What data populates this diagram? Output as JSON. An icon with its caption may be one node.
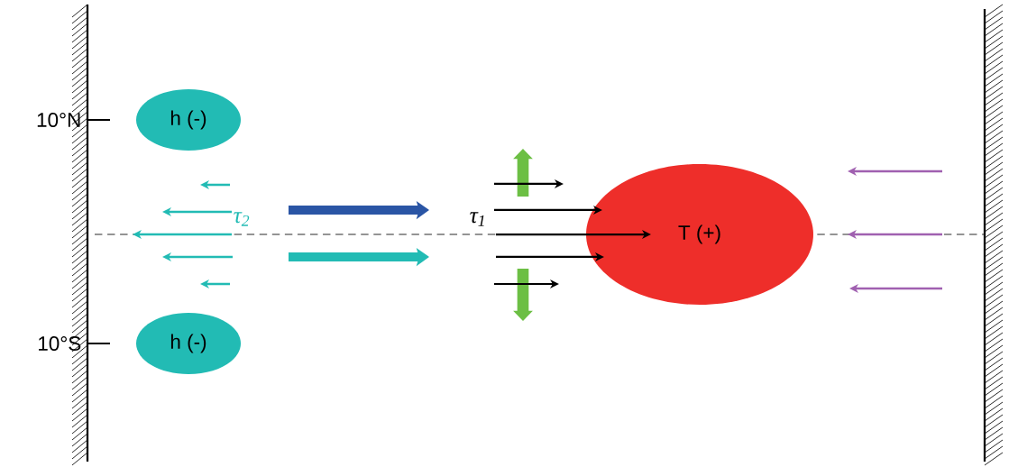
{
  "diagram": {
    "nodes": [
      {
        "text": [
          "h (-)"
        ]
      },
      {
        "text": [
          "T (+)"
        ]
      },
      {
        "text": [
          "h (-)"
        ]
      }
    ],
    "labels": [
      "10°N",
      "τ$_{2}$",
      "τ$_{1}$",
      "10°S"
    ]
  }
}
